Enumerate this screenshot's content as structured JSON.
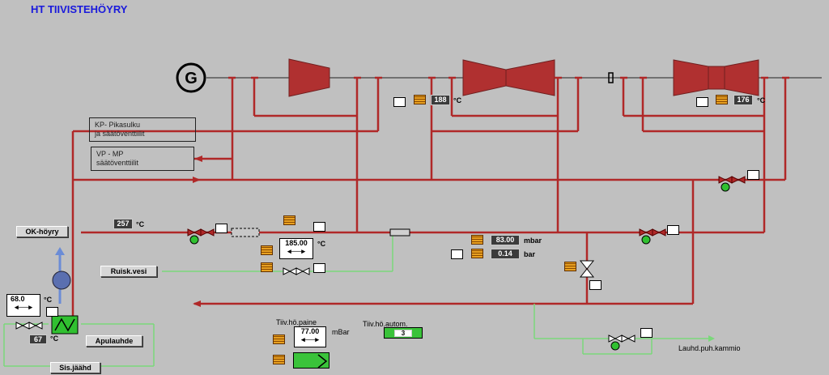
{
  "title": "HT TIIVISTEHÖYRY",
  "generator_symbol": "G",
  "labels": {
    "kp_valves": "KP- Pikasulku\nja säätöventtiilit",
    "vp_mp_valves": "VP - MP\nsäätöventtiilit",
    "tiiv_paine": "Tiiv.hö.paine",
    "tiiv_autom": "Tiiv.hö.autom.",
    "lauhd": "Lauhd.puh.kammio"
  },
  "buttons": {
    "ok_hoyry": "OK-höyry",
    "ruisk_vesi": "Ruisk.vesi",
    "apulauhde": "Apulauhde",
    "sis_jaahd": "Sis.jäähd"
  },
  "values": {
    "temp_188": "188",
    "temp_176": "176",
    "temp_257": "257",
    "setpoint_185": "185.00",
    "pressure_mbar": "83.00",
    "pressure_bar": "0.14",
    "setpoint_68": "68.0",
    "temp_67": "67",
    "setpoint_77": "77.00",
    "autom_mode": "3"
  },
  "units": {
    "celsius": "°C",
    "mbar": "mbar",
    "bar": "bar",
    "mbar_cap": "mBar"
  },
  "colors": {
    "background": "#c0c0c0",
    "steam_pipe": "#b02828",
    "water_pipe": "#7ad87a",
    "turbine": "#b03030",
    "title": "#1a1adc"
  }
}
